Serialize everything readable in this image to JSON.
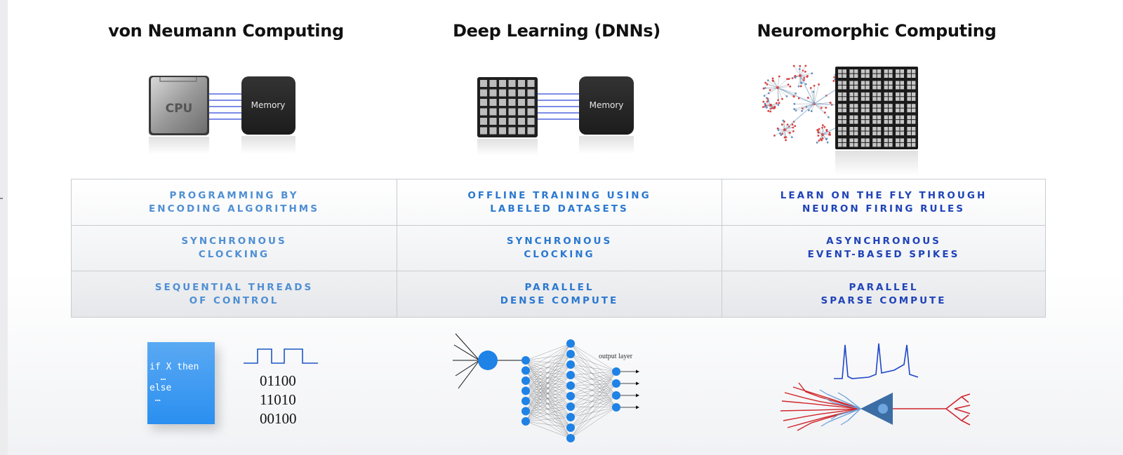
{
  "columns": [
    {
      "title": "von Neumann Computing",
      "chip_label": "CPU",
      "memory_label": "Memory",
      "rows": [
        [
          "PROGRAMMING BY",
          "ENCODING ALGORITHMS"
        ],
        [
          "SYNCHRONOUS",
          "CLOCKING"
        ],
        [
          "SEQUENTIAL THREADS",
          "OF CONTROL"
        ]
      ]
    },
    {
      "title": "Deep Learning (DNNs)",
      "memory_label": "Memory",
      "rows": [
        [
          "OFFLINE TRAINING USING",
          "LABELED DATASETS"
        ],
        [
          "SYNCHRONOUS",
          "CLOCKING"
        ],
        [
          "PARALLEL",
          "DENSE COMPUTE"
        ]
      ],
      "network_label": "output layer"
    },
    {
      "title": "Neuromorphic Computing",
      "rows": [
        [
          "LEARN ON THE FLY THROUGH",
          "NEURON FIRING RULES"
        ],
        [
          "ASYNCHRONOUS",
          "EVENT-BASED SPIKES"
        ],
        [
          "PARALLEL",
          "SPARSE COMPUTE"
        ]
      ]
    }
  ],
  "code_lines": [
    "if X then",
    "  …",
    "else",
    " …"
  ],
  "bit_lines": [
    "01100",
    "11010",
    "00100"
  ],
  "colors": {
    "col1_text": "#4f8fd3",
    "col2_text": "#2a78d0",
    "col3_text": "#1f43b8",
    "neuron_blue": "#1e82e6",
    "dendrite_red": "#d0262b"
  }
}
